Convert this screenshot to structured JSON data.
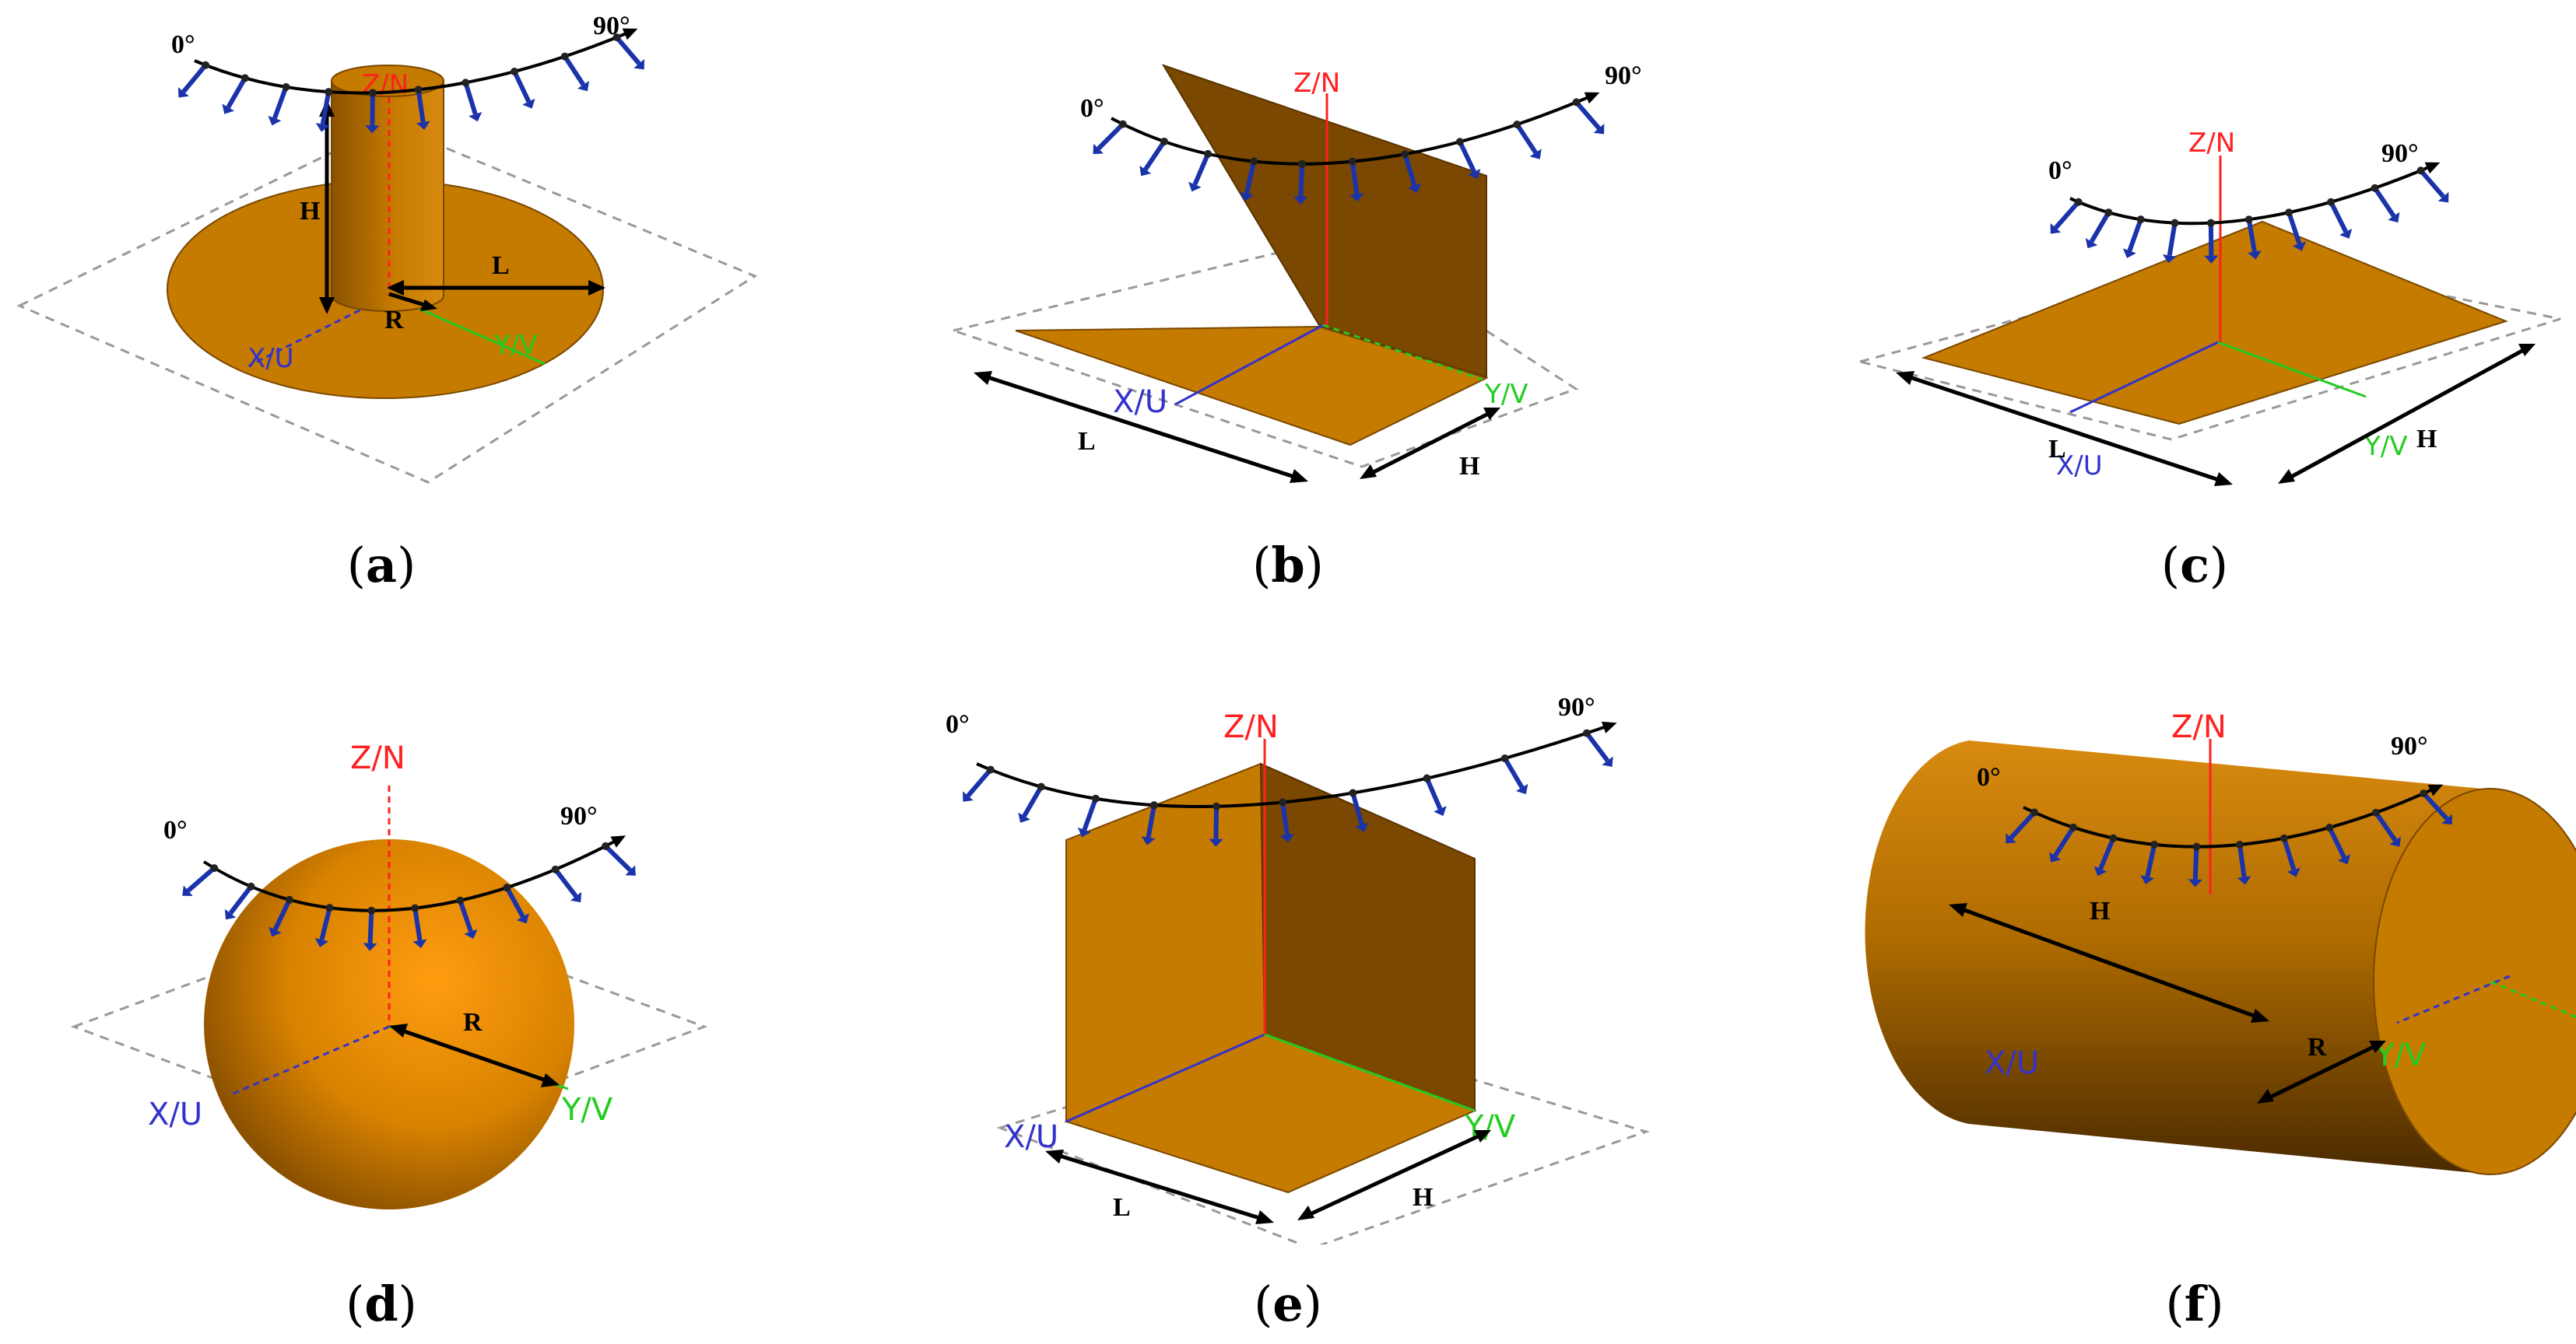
{
  "colors": {
    "body": "#c57a00",
    "body_dark": "#7a4800",
    "body_light": "#ff9d10",
    "x_axis": "#3333cc",
    "y_axis": "#22cc22",
    "z_axis": "#ff2020",
    "arrow_blue": "#1a33aa",
    "ground": "#999999"
  },
  "axes": {
    "z": "Z/N",
    "x": "X/U",
    "y": "Y/V"
  },
  "angles": {
    "start": "0°",
    "end": "90°"
  },
  "panels": [
    {
      "id": "a",
      "caption": "a",
      "dims": [
        "H",
        "L",
        "R"
      ]
    },
    {
      "id": "b",
      "caption": "b",
      "dims": [
        "L",
        "H"
      ]
    },
    {
      "id": "c",
      "caption": "c",
      "dims": [
        "L",
        "H"
      ]
    },
    {
      "id": "d",
      "caption": "d",
      "dims": [
        "R"
      ]
    },
    {
      "id": "e",
      "caption": "e",
      "dims": [
        "L",
        "H"
      ]
    },
    {
      "id": "f",
      "caption": "f",
      "dims": [
        "H",
        "R"
      ]
    }
  ]
}
